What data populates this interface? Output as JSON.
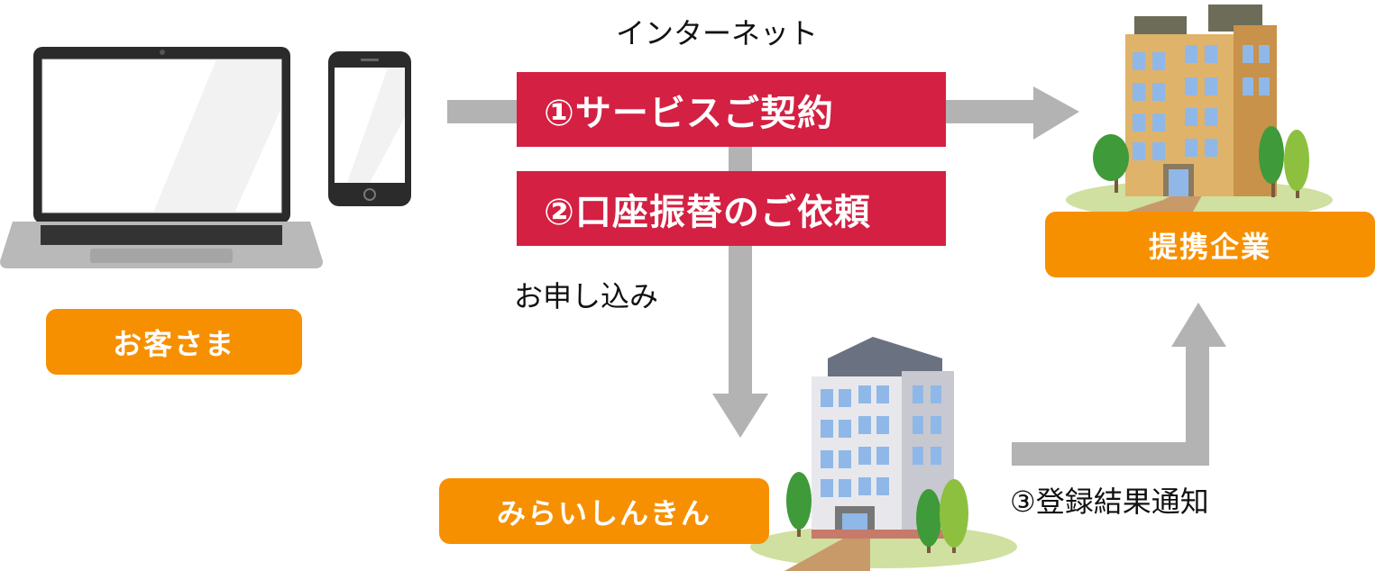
{
  "title_internet": "インターネット",
  "steps": {
    "step1": "①サービスご契約",
    "step2": "②口座振替のご依頼",
    "apply": "お申し込み",
    "step3": "③登録結果通知"
  },
  "actors": {
    "customer": "お客さま",
    "bank": "みらいしんきん",
    "partner": "提携企業"
  },
  "colors": {
    "red": "#d42042",
    "orange": "#f79000",
    "arrow": "#b3b3b3"
  },
  "icons": [
    "laptop-icon",
    "smartphone-icon",
    "bank-building-icon",
    "partner-building-icon"
  ]
}
